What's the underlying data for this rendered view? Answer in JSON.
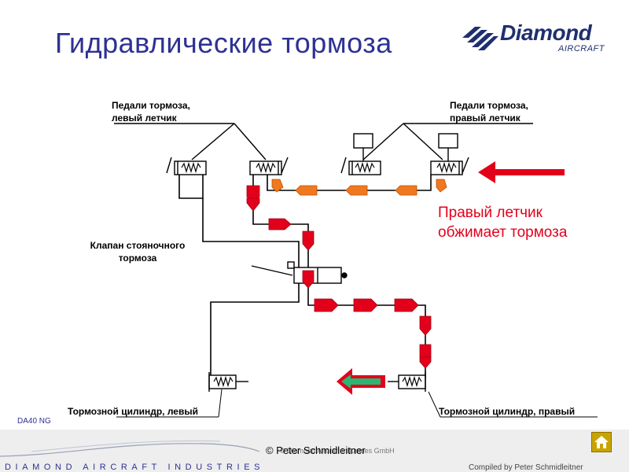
{
  "slide": {
    "title": "Гидравлические тормоза",
    "model": "DA40 NG"
  },
  "logo": {
    "name": "Diamond",
    "sub": "AIRCRAFT"
  },
  "labels": {
    "pedals_left_line1": "Педали тормоза,",
    "pedals_left_line2": "левый летчик",
    "pedals_right_line1": "Педали тормоза,",
    "pedals_right_line2": "правый летчик",
    "parking_valve_line1": "Клапан стояночного",
    "parking_valve_line2": "тормоза",
    "cylinder_left": "Тормозной цилиндр, левый",
    "cylinder_right": "Тормозной цилиндр, правый"
  },
  "note": {
    "line1": "Правый летчик",
    "line2": "обжимает тормоза"
  },
  "footer": {
    "copyright": "© Peter Schmidleitner",
    "ghost": "© Diamond Aircraft Industries GmbH",
    "company": "DIAMOND AIRCRAFT INDUSTRIES",
    "compiled": "Compiled by Peter Schmidleitner"
  },
  "colors": {
    "title": "#2e3192",
    "flow_red": "#e3001b",
    "flow_orange": "#f07820",
    "return_green": "#2bb673",
    "line_black": "#000000"
  },
  "icons": {
    "home": "home-icon",
    "logo_mark": "diamond-logo-icon"
  }
}
